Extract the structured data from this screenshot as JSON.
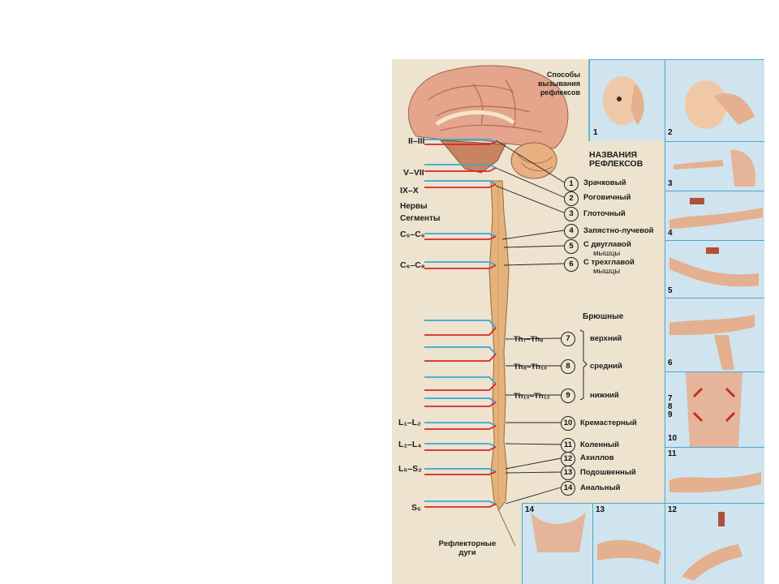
{
  "header": {
    "methods": [
      "Способы",
      "вызывания",
      "рефлексов"
    ],
    "names": [
      "НАЗВАНИЯ",
      "РЕФЛЕКСОВ"
    ]
  },
  "left_labels": {
    "cranial_2_3": "II–III",
    "cranial_5_7": "V–VII",
    "cranial_9_10": "IX–X",
    "nerves": "Нервы",
    "segments": "Сегменты",
    "c5c6": "C₅–C₆",
    "c6c8": "C₆–C₈",
    "l1l2": "L₁–L₂",
    "l2l4": "L₂–L₄",
    "l5s2": "L₅–S₂",
    "s5": "S₅"
  },
  "reflexes": [
    {
      "num": "1",
      "name": "Зрачковый"
    },
    {
      "num": "2",
      "name": "Роговичный"
    },
    {
      "num": "3",
      "name": "Глоточный"
    },
    {
      "num": "4",
      "name": "Запястно-лучевой"
    },
    {
      "num": "5",
      "name": "С двуглавой",
      "name2": "мышцы"
    },
    {
      "num": "6",
      "name": "С трехглавой",
      "name2": "мышцы"
    },
    {
      "num": "7",
      "name": "верхний",
      "seg": "Th₇–Th₉"
    },
    {
      "num": "8",
      "name": "средний",
      "seg": "Th₈–Th₁₀"
    },
    {
      "num": "9",
      "name": "нижний",
      "seg": "Th₁₀–Th₁₂"
    },
    {
      "num": "10",
      "name": "Кремастерный"
    },
    {
      "num": "11",
      "name": "Коленный"
    },
    {
      "num": "12",
      "name": "Ахиллов"
    },
    {
      "num": "13",
      "name": "Подошвенный"
    },
    {
      "num": "14",
      "name": "Анальный"
    }
  ],
  "abdominal_title": "Брюшные",
  "arcs_caption": [
    "Рефлекторные",
    "дуги"
  ],
  "panel_numbers": [
    "1",
    "2",
    "3",
    "4",
    "5",
    "6",
    "7",
    "8",
    "9",
    "10",
    "11",
    "14",
    "13",
    "12"
  ],
  "colors": {
    "afferent": "#3aa6d8",
    "efferent": "#d8262b",
    "cord": "#e4b27a",
    "brain": "#e5a48c",
    "panel_bg": "#cfe4ee",
    "plate_bg": "#ede3cf"
  }
}
